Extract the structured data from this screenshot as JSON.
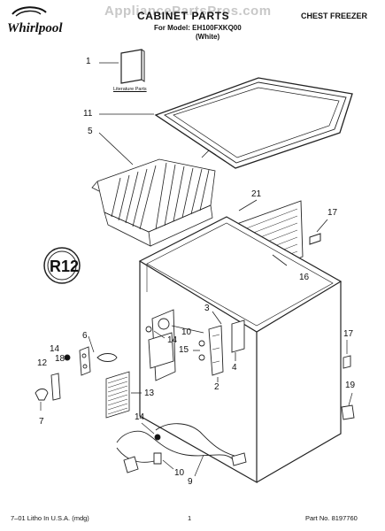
{
  "header": {
    "brand": "Whirlpool",
    "watermark": "AppliancePartsPros.com",
    "title": "CABINET PARTS",
    "model_line": "For Model: EH100FXKQ00",
    "color_line": "(White)",
    "category": "CHEST FREEZER"
  },
  "diagram": {
    "literature_label": "Literature Parts",
    "refrigerant_badge": "R12",
    "callouts": [
      "1",
      "11",
      "5",
      "21",
      "17",
      "16",
      "3",
      "10",
      "14",
      "15",
      "4",
      "2",
      "6",
      "14",
      "18",
      "12",
      "13",
      "7",
      "17",
      "19",
      "14",
      "10",
      "9"
    ]
  },
  "footer": {
    "left": "7–01 Litho In U.S.A. (mdg)",
    "page": "1",
    "part_no": "Part No. 8197760"
  }
}
